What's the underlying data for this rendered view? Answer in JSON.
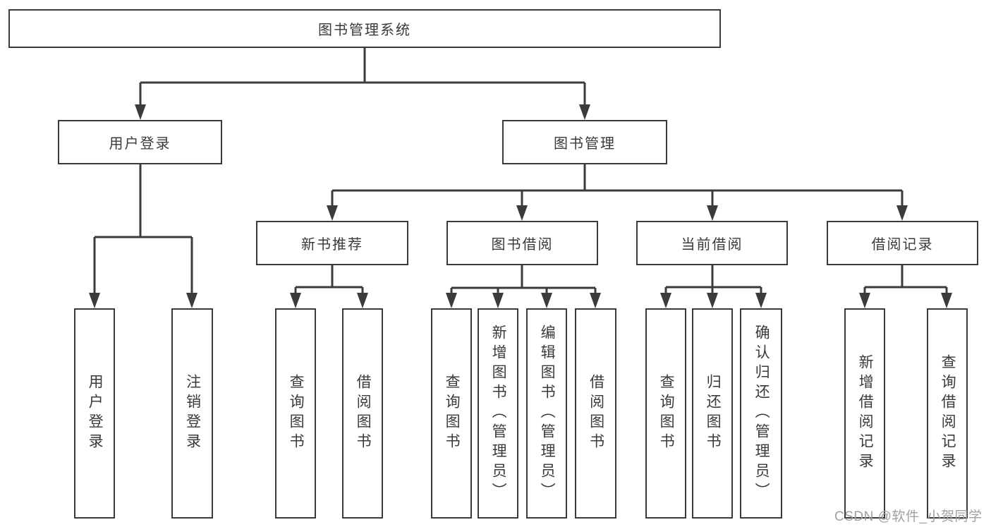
{
  "diagram": {
    "nodes": {
      "root": "图书管理系统",
      "user_login": "用户登录",
      "book_management": "图书管理",
      "new_book_recommend": "新书推荐",
      "book_borrow": "图书借阅",
      "current_borrow": "当前借阅",
      "borrow_records": "借阅记录",
      "leaf_user_login": "用户登录",
      "leaf_logout": "注销登录",
      "leaf_nb_query_book": "查询图书",
      "leaf_nb_borrow_book": "借阅图书",
      "leaf_bb_query_book": "查询图书",
      "leaf_bb_add_book": "新增图书（管理员）",
      "leaf_bb_edit_book": "编辑图书（管理员）",
      "leaf_bb_borrow_book": "借阅图书",
      "leaf_cb_query_book": "查询图书",
      "leaf_cb_return_book": "归还图书",
      "leaf_cb_confirm_return": "确认归还（管理员）",
      "leaf_br_add_record": "新增借阅记录",
      "leaf_br_query_record": "查询借阅记录"
    },
    "watermark": "CSDN @软件_小贺同学",
    "colors": {
      "line": "#3b3b3b",
      "border": "#3a3a3a",
      "text": "#3a3a3a",
      "watermark": "#a0a0a0",
      "background": "#ffffff"
    }
  }
}
